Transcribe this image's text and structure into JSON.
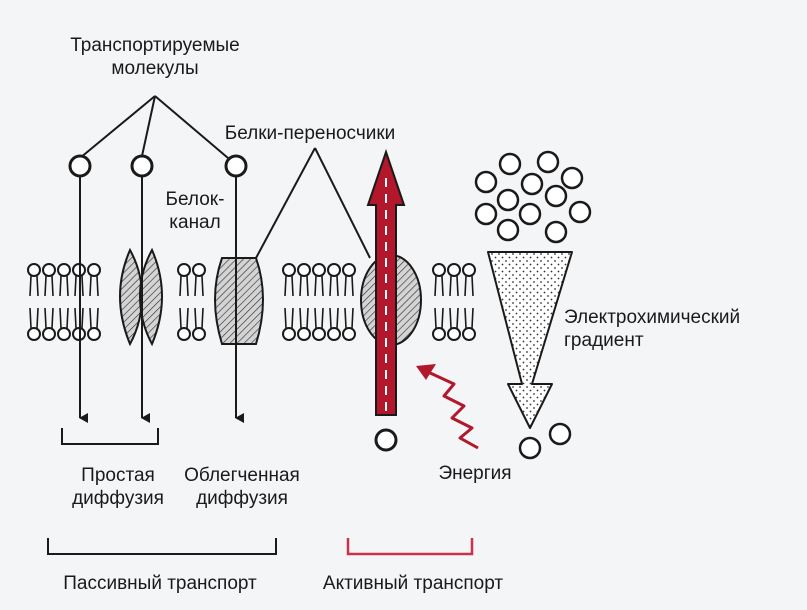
{
  "labels": {
    "transported_molecules": [
      "Транспортируемые",
      "молекулы"
    ],
    "carrier_proteins": "Белки-переносчики",
    "channel_protein": [
      "Белок-",
      "канал"
    ],
    "electrochemical_gradient": [
      "Электрохимический",
      "градиент"
    ],
    "simple_diffusion": [
      "Простая",
      "диффузия"
    ],
    "facilitated_diffusion": [
      "Облегченная",
      "диффузия"
    ],
    "energy": "Энергия",
    "passive_transport": "Пассивный транспорт",
    "active_transport": "Активный транспорт"
  },
  "colors": {
    "ink": "#1a1a1a",
    "active_red": "#b3172b",
    "bracket_red": "#c8324a",
    "background": "#f4f5f7"
  }
}
